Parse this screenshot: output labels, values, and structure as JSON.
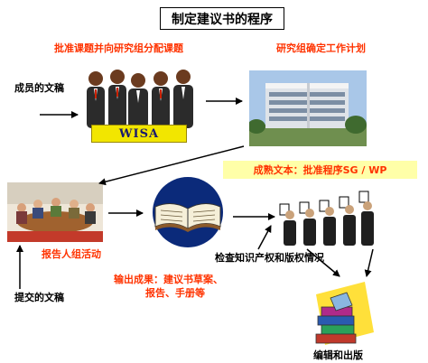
{
  "title": "制定建议书的程序",
  "labels": {
    "approve_assign": "批准课题并向研究组分配课题",
    "research_plan": "研究组确定工作计划",
    "member_docs": "成员的文稿",
    "wisa": "WISA",
    "final_text": "成熟文本：批准程序SG / WP",
    "reporter_activity": "报告人组活动",
    "ip_check": "检查知识产权和版权情况",
    "output_line1": "输出成果：建议书草案、",
    "output_line2": "报告、手册等",
    "submitted_docs": "提交的文稿",
    "edit_publish": "编辑和出版"
  }
}
